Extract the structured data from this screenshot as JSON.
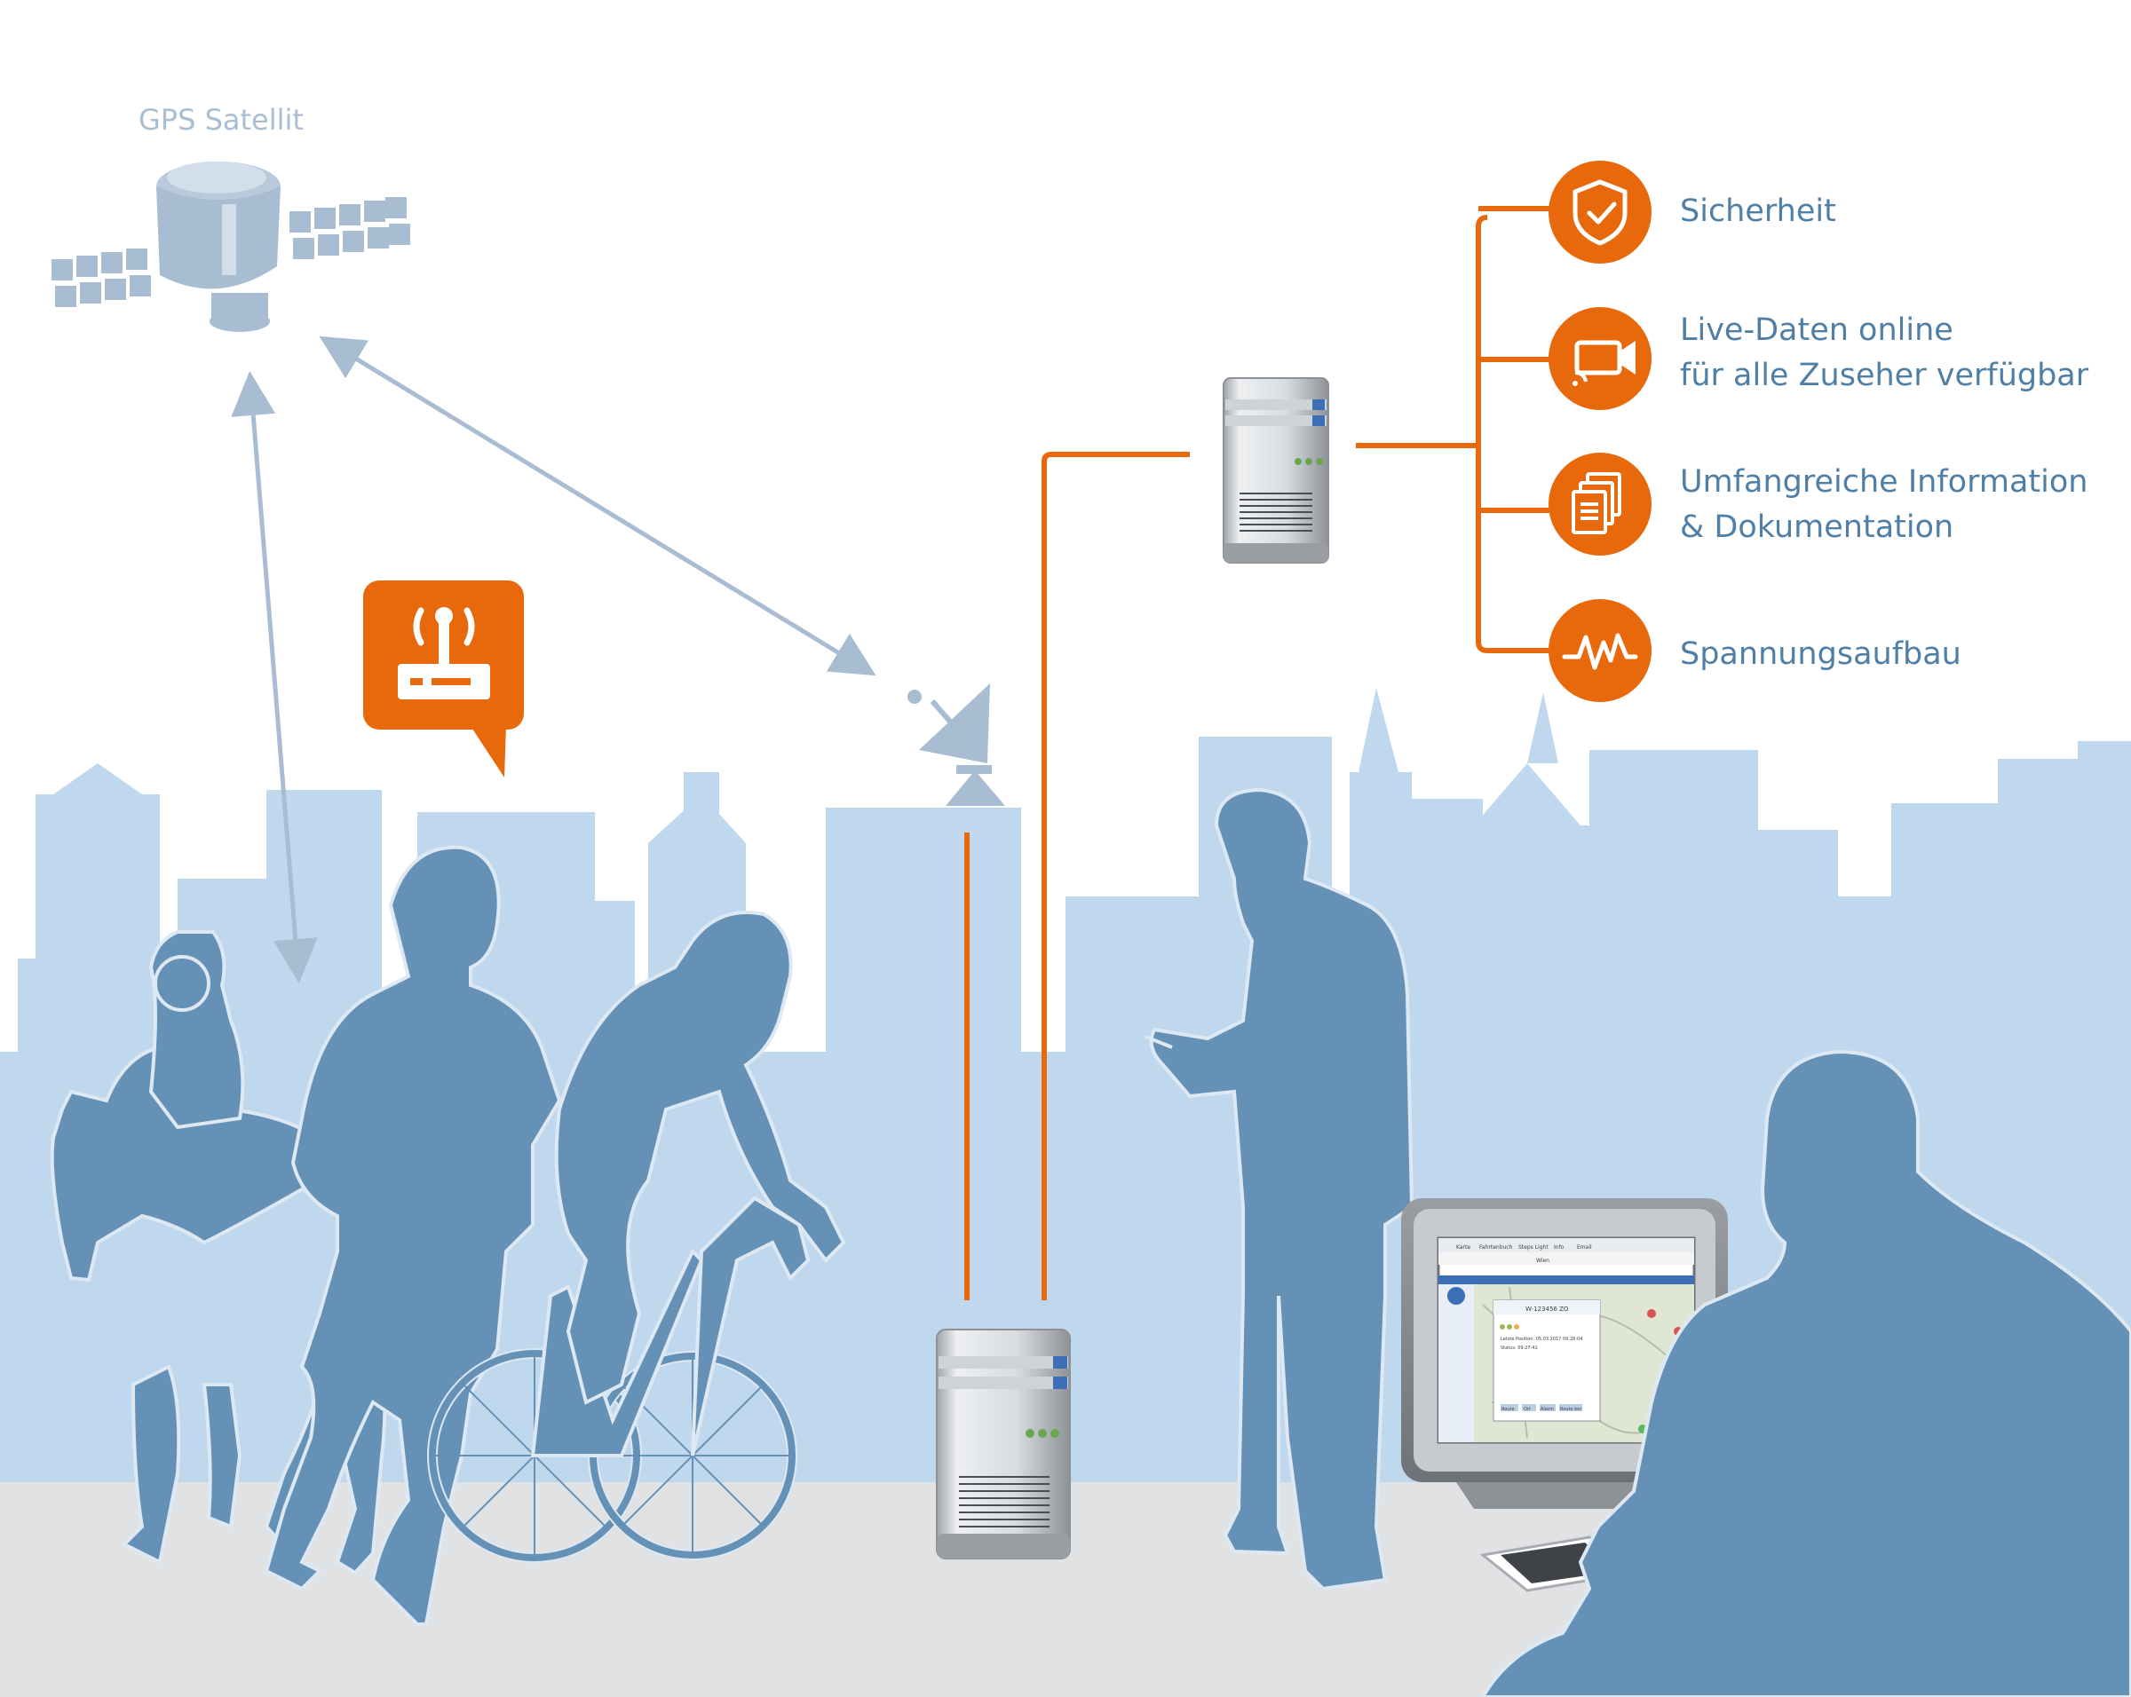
{
  "satellite": {
    "label": "GPS Satellit",
    "icon": "satellite-icon"
  },
  "benefits": [
    {
      "icon": "shield-check-icon",
      "lines": [
        "Sicherheit"
      ]
    },
    {
      "icon": "video-camera-icon",
      "lines": [
        "Live-Daten online",
        "für alle Zuseher verfügbar"
      ]
    },
    {
      "icon": "documents-icon",
      "lines": [
        "Umfangreiche Information",
        "& Dokumentation"
      ]
    },
    {
      "icon": "pulse-icon",
      "lines": [
        "Spannungsaufbau"
      ]
    }
  ],
  "tracker_bubble": {
    "icon": "gps-tracker-icon"
  },
  "screen": {
    "toolbar": [
      "Karte",
      "Fahrtenbuch",
      "Steps Light",
      "Info",
      "Email"
    ],
    "search_value": "Wien",
    "popup_id": "W-123456 ZO",
    "popup_lines": [
      "Letzte Position: 05.03.2017 09:28:04",
      "Status: 09:27:41"
    ],
    "popup_buttons": [
      "Route",
      "Ort",
      "Alarm",
      "Route ber."
    ]
  },
  "colors": {
    "accent": "#e8690c",
    "silhouette": "#6591b6",
    "skyline": "#c0d8ee",
    "ground": "#e1e2e4",
    "arrow": "#a9bdd2",
    "text": "#4f7fa6"
  }
}
